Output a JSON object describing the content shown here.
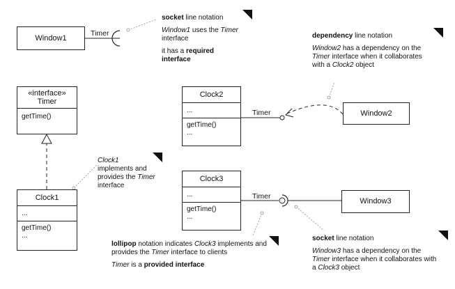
{
  "classes": {
    "window1": {
      "name": "Window1"
    },
    "window2": {
      "name": "Window2"
    },
    "window3": {
      "name": "Window3"
    },
    "timer_interface": {
      "stereotype": "«interface»",
      "name": "Timer",
      "op": "getTime()"
    },
    "clock1": {
      "name": "Clock1",
      "attr": "...",
      "op1": "getTime()",
      "op2": "..."
    },
    "clock2": {
      "name": "Clock2",
      "attr": "...",
      "op1": "getTime()",
      "op2": "..."
    },
    "clock3": {
      "name": "Clock3",
      "attr": "...",
      "op1": "getTime()",
      "op2": "..."
    }
  },
  "labels": {
    "timer_w1": "Timer",
    "timer_c2": "Timer",
    "timer_c3": "Timer"
  },
  "notes": {
    "socket1": {
      "bold1": "socket",
      "t1": " line notation",
      "it2": "Window1",
      "t2a": " uses the ",
      "it2b": "Timer",
      "t2c": " interface",
      "t3": "it has a ",
      "bold3": "required interface"
    },
    "dependency": {
      "bold1": "dependency",
      "t1": " line notation",
      "it2": "Window2",
      "t2a": " has a dependency on the ",
      "it2b": "Timer",
      "t2c": " interface when it collaborates with a ",
      "it2d": "Clock2",
      "t2e": " object"
    },
    "clock1": {
      "it1": "Clock1",
      "t1": " implements and provides the ",
      "it1b": "Timer",
      "t1c": " interface"
    },
    "lollipop": {
      "bold1": "lollipop",
      "t1": " notation indicates ",
      "it1": "Clock3",
      "t1b": " implements and provides the ",
      "it1c": "Timer",
      "t1d": " interface to clients",
      "it2": "Timer",
      "t2": " is a ",
      "bold2": "provided interface"
    },
    "socket3": {
      "bold1": "socket",
      "t1": " line notation",
      "it2": "Window3",
      "t2a": " has a dependency on the ",
      "it2b": "Timer",
      "t2c": " interface when it collaborates with a ",
      "it2d": "Clock3",
      "t2e": " object"
    }
  }
}
